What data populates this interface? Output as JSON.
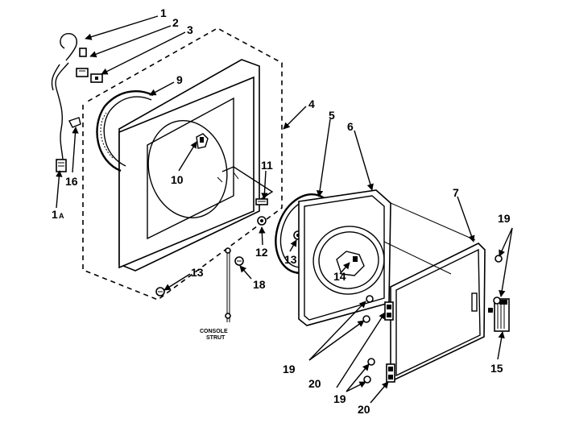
{
  "callouts": {
    "c1": "1",
    "c2": "2",
    "c3": "3",
    "c4": "4",
    "c5": "5",
    "c6": "6",
    "c7": "7",
    "c9": "9",
    "c10": "10",
    "c11": "11",
    "c12": "12",
    "c13a": "13",
    "c13b": "13",
    "c14": "14",
    "c15": "15",
    "c16": "16",
    "c18": "18",
    "c19a": "19",
    "c19b": "19",
    "c19c": "19",
    "c20a": "20",
    "c20b": "20",
    "c1a_num": "1",
    "c1a_sub": "A"
  },
  "labels": {
    "console_line1": "CONSOLE",
    "console_line2": "STRUT"
  }
}
